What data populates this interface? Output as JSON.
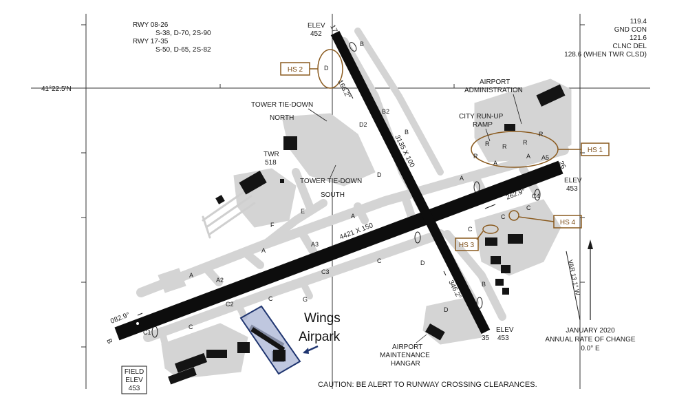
{
  "runway_info": {
    "line1": "RWY 08-26",
    "line2": "S-38, D-70, 2S-90",
    "line3": "RWY 17-35",
    "line4": "S-50, D-65, 2S-82"
  },
  "frequencies": {
    "line1": "119.4",
    "line2": "GND CON",
    "line3": "121.6",
    "line4": "CLNC DEL",
    "line5": "128.6 (WHEN TWR CLSD)"
  },
  "latitude_label": "41°22.5'N",
  "runways": {
    "rwy_08_26_dims": "4421 X 150",
    "rwy_17_35_dims": "3135 X 100",
    "end_17": "17",
    "end_35": "35",
    "end_26": "26",
    "end_08_label": "B"
  },
  "elevations": {
    "elev_label": "ELEV",
    "north_value": "452",
    "east_value": "453",
    "south_value": "453",
    "field_elev_line1": "FIELD",
    "field_elev_line2": "ELEV",
    "field_elev_line3": "453"
  },
  "headings": {
    "h166": "166.2°",
    "h262": "262.9°",
    "h346": "346.2°",
    "h082": "082.9°"
  },
  "facilities": {
    "tower_tiedown_north_1": "TOWER TIE-DOWN",
    "tower_tiedown_north_2": "NORTH",
    "tower_tiedown_south_1": "TOWER TIE-DOWN",
    "tower_tiedown_south_2": "SOUTH",
    "twr_1": "TWR",
    "twr_2": "518",
    "airport_admin_1": "AIRPORT",
    "airport_admin_2": "ADMINISTRATION",
    "runup_1": "CITY RUN-UP",
    "runup_2": "RAMP",
    "maint_1": "AIRPORT",
    "maint_2": "MAINTENANCE",
    "maint_3": "HANGAR"
  },
  "hot_spots": [
    "HS 1",
    "HS 2",
    "HS 3",
    "HS 4"
  ],
  "taxiways": {
    "A": "A",
    "A2": "A2",
    "A3": "A3",
    "A5": "A5",
    "B": "B",
    "B2": "B2",
    "C": "C",
    "C1": "C1",
    "C2": "C2",
    "C3": "C3",
    "C4": "C4",
    "D": "D",
    "D2": "D2",
    "E": "E",
    "F": "F",
    "G": "G",
    "R": "R"
  },
  "annotation": {
    "line1": "Wings",
    "line2": "Airpark"
  },
  "magvar": {
    "label": "VAR 13.1° W",
    "date": "JANUARY 2020",
    "rate_line": "ANNUAL RATE OF CHANGE",
    "rate_value": "0.0° E"
  },
  "caution": "CAUTION: BE ALERT TO RUNWAY CROSSING CLEARANCES.",
  "colors": {
    "runway": "#0d0d0d",
    "pavement": "#d4d4d4",
    "building": "#141414",
    "hotspot": "#8a5a1e",
    "highlight_fill": "#a9b4d4",
    "highlight_stroke": "#1f3570",
    "grid": "#333333"
  }
}
